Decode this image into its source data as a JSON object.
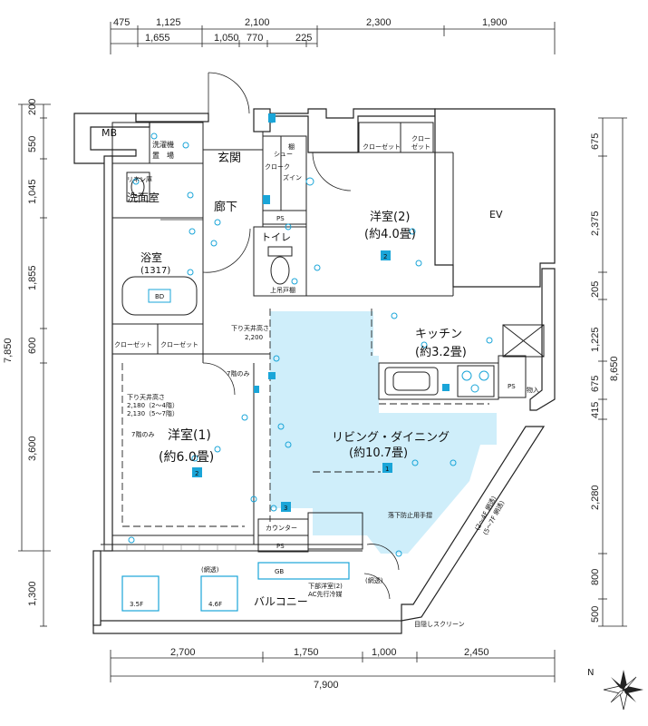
{
  "dimensions": {
    "top_row1": [
      "475",
      "1,125",
      "2,100",
      "2,300",
      "1,900"
    ],
    "top_row2": [
      "1,655",
      "1,050",
      "770",
      "225"
    ],
    "left": [
      "200",
      "1,045",
      "1,855",
      "600",
      "3,600",
      "1,300"
    ],
    "left_total": "7,850",
    "left_550": "550",
    "right": [
      "675",
      "2,375",
      "205",
      "1,225",
      "675",
      "415",
      "2,280",
      "800",
      "500"
    ],
    "right_total": "8,650",
    "bottom": [
      "2,700",
      "1,750",
      "1,000",
      "2,450"
    ],
    "bottom_total": "7,900"
  },
  "rooms": {
    "mb": "MB",
    "entrance": "玄関",
    "hallway": "廊下",
    "washroom": "洗面室",
    "washer_label": "洗濯機",
    "washer_space": "置　場",
    "linen": "リネン庫",
    "bathroom": "浴室",
    "bathroom_size": "(1317)",
    "toilet": "トイレ",
    "western2": "洋室(2)",
    "western2_size": "(約4.0畳)",
    "ev": "EV",
    "kitchen": "キッチン",
    "kitchen_size": "(約3.2畳)",
    "living": "リビング・ダイニング",
    "living_size": "(約10.7畳)",
    "western1": "洋室(1)",
    "western1_size": "(約6.0畳)",
    "balcony": "バルコニー"
  },
  "labels": {
    "closet": "クローゼット",
    "closet_split_a": "クロー",
    "closet_split_b": "ゼット",
    "shoes_a": "シュー",
    "shoes_b": "ズイン",
    "shoes_c": "クローク",
    "shelf": "棚",
    "ps": "PS",
    "upper_shelf": "上吊戸棚",
    "ceiling_lowered": "下り天井高さ",
    "ceiling_2200": "2,200",
    "ceiling_2180": "2,180（2～4階）",
    "ceiling_2130": "2,130（5～7階）",
    "floor7_only_a": "7階のみ",
    "floor7_only_b": "7階のみ",
    "counter": "カウンター",
    "fall_rail": "落下防止用手摺",
    "storage_in": "物入",
    "net_glass": "(網透)",
    "net_glass2": "(網透)",
    "net_glass_side": "(2～4F 網透)",
    "net_glass_side2": "(5～7F 網透)",
    "western2_ac": "下部洋室(2)",
    "ac_pipe": "AC先行冷媒",
    "screen": "目隠しスクリーン",
    "outdoor_a": "3.5F",
    "outdoor_b": "4.6F",
    "gb": "GB",
    "bd": "BD",
    "badge_w2": "2",
    "badge_w1": "2",
    "badge_ld": "1",
    "badge_3": "3"
  },
  "colors": {
    "living_fill": "#cfeefa",
    "equipment": "#1aa5d8",
    "wall": "#ffffff",
    "line": "#222222"
  },
  "icons": [
    "compass-icon",
    "outlet-icon",
    "sink-icon",
    "stove-icon",
    "bathtub-icon",
    "toilet-icon"
  ]
}
